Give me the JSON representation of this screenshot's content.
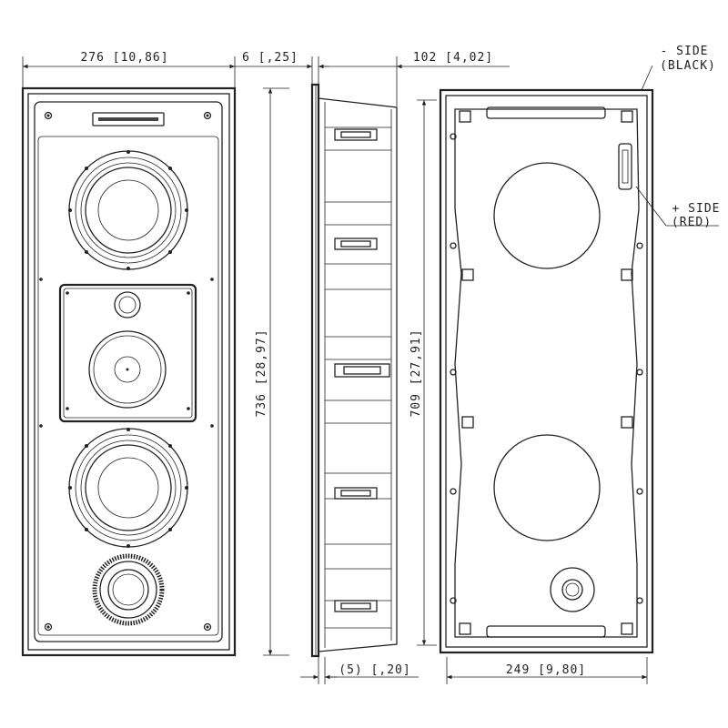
{
  "dimensions": {
    "front_width": "276 [10,86]",
    "flange_depth": "6 [,25]",
    "body_depth": "102 [4,02]",
    "front_height": "736 [28,97]",
    "back_height": "709 [27,91]",
    "overhang": "(5) [,20]",
    "back_width": "249 [9,80]"
  },
  "callouts": {
    "negative_line1": "- SIDE",
    "negative_line2": "(BLACK)",
    "positive_line1": "+ SIDE",
    "positive_line2": "(RED)"
  },
  "colors": {
    "line": "#222222",
    "background": "#ffffff"
  }
}
